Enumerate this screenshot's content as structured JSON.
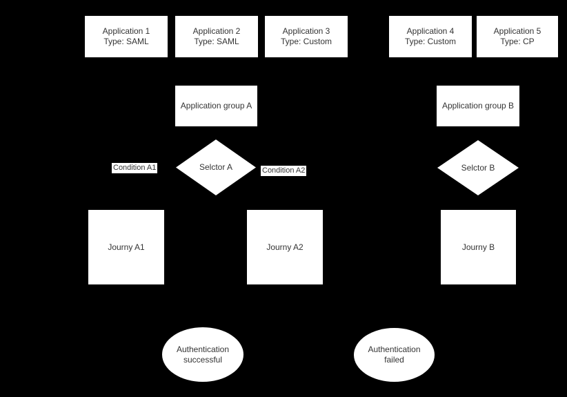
{
  "colors": {
    "background": "#000000",
    "shape_fill": "#ffffff",
    "text": "#333333"
  },
  "applications": [
    {
      "line1": "Application 1",
      "line2": "Type: SAML"
    },
    {
      "line1": "Application 2",
      "line2": "Type: SAML"
    },
    {
      "line1": "Application 3",
      "line2": "Type: Custom"
    },
    {
      "line1": "Application 4",
      "line2": "Type: Custom"
    },
    {
      "line1": "Application 5",
      "line2": "Type: CP"
    }
  ],
  "groups": {
    "a": "Application group A",
    "b": "Application group B"
  },
  "selectors": {
    "a": "Selctor A",
    "b": "Selctor B"
  },
  "condition_labels": {
    "a1": "Condition A1",
    "a2": "Condition A2"
  },
  "journeys": {
    "a1": "Journy A1",
    "a2": "Journy A2",
    "b": "Journy B"
  },
  "outcomes": {
    "success": {
      "line1": "Authentication",
      "line2": "successful"
    },
    "failed": {
      "line1": "Authentication",
      "line2": "failed"
    }
  }
}
